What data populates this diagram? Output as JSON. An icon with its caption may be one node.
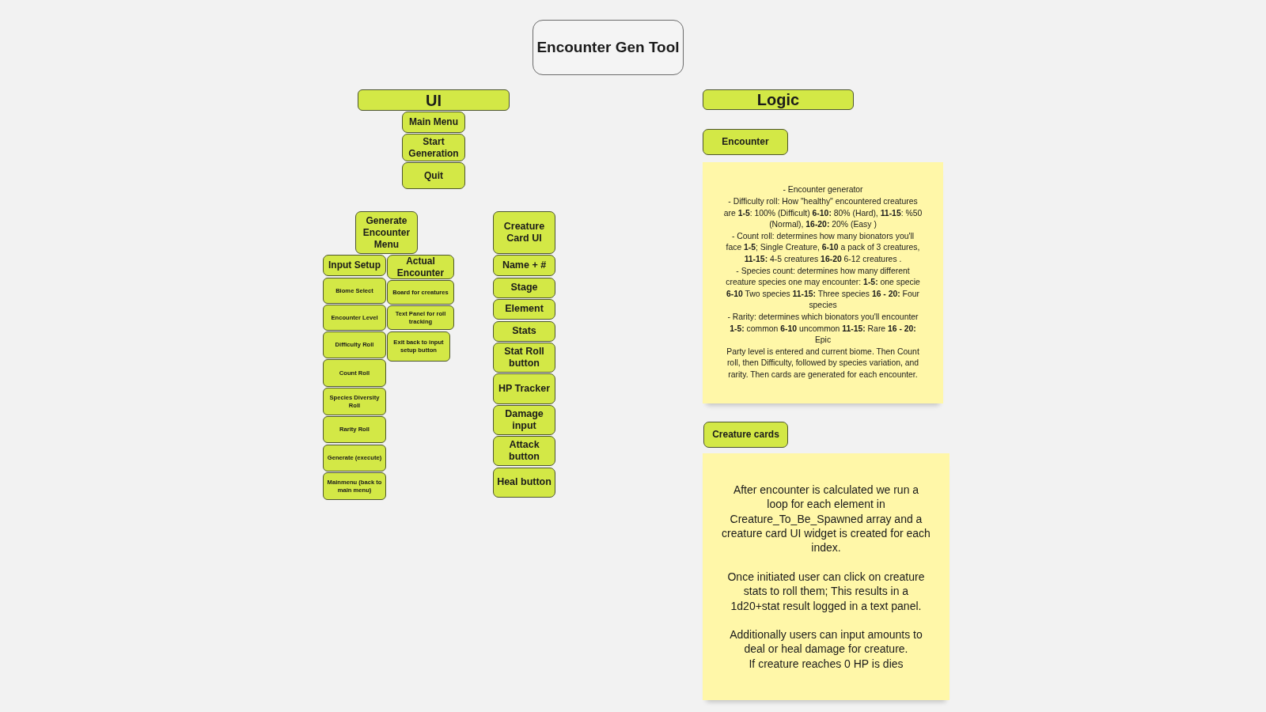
{
  "diagram": {
    "nodes": [
      {
        "text": [
          "Encounter Gen Tool"
        ]
      },
      {
        "text": [
          "UI"
        ]
      },
      {
        "text": [
          "Main Menu"
        ]
      },
      {
        "text": [
          "Start Generation"
        ]
      },
      {
        "text": [
          "Quit"
        ]
      },
      {
        "text": [
          "Generate Encounter Menu"
        ]
      },
      {
        "text": [
          "Input Setup"
        ]
      },
      {
        "text": [
          "Biome Select"
        ]
      },
      {
        "text": [
          "Encounter Level"
        ]
      },
      {
        "text": [
          "Difficulty Roll"
        ]
      },
      {
        "text": [
          "Count Roll"
        ]
      },
      {
        "text": [
          "Species Diversity Roll"
        ]
      },
      {
        "text": [
          "Rarity Roll"
        ]
      },
      {
        "text": [
          "Generate (execute)"
        ]
      },
      {
        "text": [
          "Mainmenu (back to main menu)"
        ]
      },
      {
        "text": [
          "Actual Encounter"
        ]
      },
      {
        "text": [
          "Board for creatures"
        ]
      },
      {
        "text": [
          "Text Panel for roll tracking"
        ]
      },
      {
        "text": [
          "Exit back to input setup button"
        ]
      },
      {
        "text": [
          "Creature Card UI"
        ]
      },
      {
        "text": [
          "Name + #"
        ]
      },
      {
        "text": [
          "Stage"
        ]
      },
      {
        "text": [
          "Element"
        ]
      },
      {
        "text": [
          "Stats"
        ]
      },
      {
        "text": [
          "Stat Roll button"
        ]
      },
      {
        "text": [
          "HP Tracker"
        ]
      },
      {
        "text": [
          "Damage input"
        ]
      },
      {
        "text": [
          "Attack button"
        ]
      },
      {
        "text": [
          "Heal button"
        ]
      },
      {
        "text": [
          "Logic"
        ]
      },
      {
        "text": [
          "Encounter"
        ]
      },
      {
        "text": [
          "- Encounter generator",
          "- Difficulty roll: How \"healthy\" encountered creatures are **1-5**: 100% (Difficult) **6-10:** 80% (Hard), **11-15**: %50 (Normal), **16-20:** 20% (Easy )",
          "- Count roll: determines how many bionators you'll face **1-5**; Single Creature, **6-10** a pack of 3 creatures, **11-15:** 4-5 creatures **16-20** 6-12 creatures .",
          "- Species count: determines how many different creature species one may encounter: **1-5:** one specie **6-10** Two species **11-15:** Three species **16 - 20:** Four species",
          "- Rarity: determines which bionators you'll encounter **1-5:** common **6-10** uncommon **11-15:** Rare **16 - 20:** Epic",
          "Party level is entered and current biome. Then Count roll, then Difficulty, followed by species variation, and rarity. Then cards are generated for each encounter."
        ]
      },
      {
        "text": [
          "Creature cards"
        ]
      },
      {
        "text": [
          "After encounter is calculated we run a loop for each element in Creature_To_Be_Spawned array and a creature card UI widget is created for each index.",
          "Once initiated user can click on creature stats to roll them; This results in a 1d20+stat result logged in a text panel.",
          "Additionally users can input amounts to deal or heal damage for creature.",
          "If creature reaches 0 HP is dies"
        ]
      }
    ]
  }
}
